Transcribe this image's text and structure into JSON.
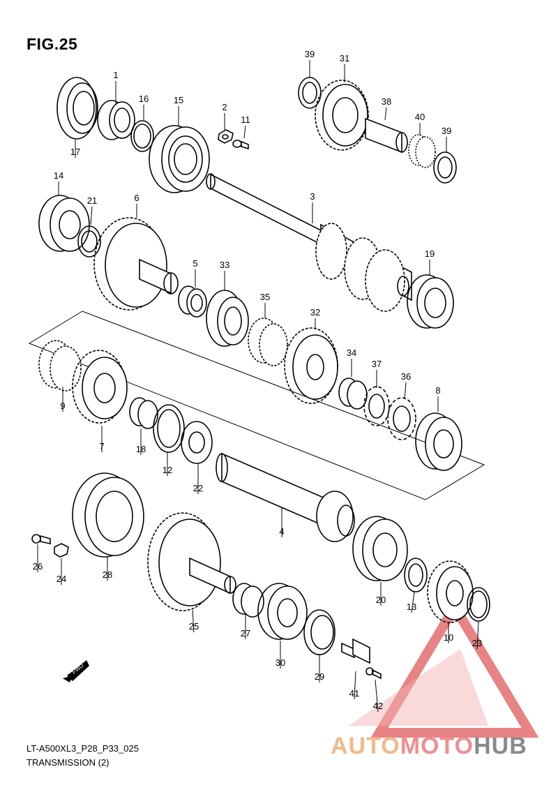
{
  "figure": {
    "title": "FIG.25",
    "caption_code": "LT-A500XL3_P28_P33_025",
    "caption_name": "TRANSMISSION (2)",
    "fwd_label": "FWD"
  },
  "callouts": [
    "1",
    "2",
    "3",
    "4",
    "5",
    "6",
    "7",
    "8",
    "9",
    "10",
    "11",
    "12",
    "13",
    "14",
    "15",
    "16",
    "17",
    "18",
    "19",
    "20",
    "21",
    "22",
    "23",
    "24",
    "25",
    "26",
    "27",
    "28",
    "29",
    "30",
    "31",
    "32",
    "33",
    "34",
    "35",
    "36",
    "37",
    "38",
    "39",
    "39",
    "40",
    "41",
    "42"
  ],
  "watermark": {
    "brand_part1": "AUTO",
    "brand_part2": "MOTO",
    "brand_part3": "HUB",
    "colors": {
      "auto": "#f2b98a",
      "moto": "#ef8f8f",
      "hub": "#8a8a8a",
      "triangle": "#e05555"
    }
  }
}
